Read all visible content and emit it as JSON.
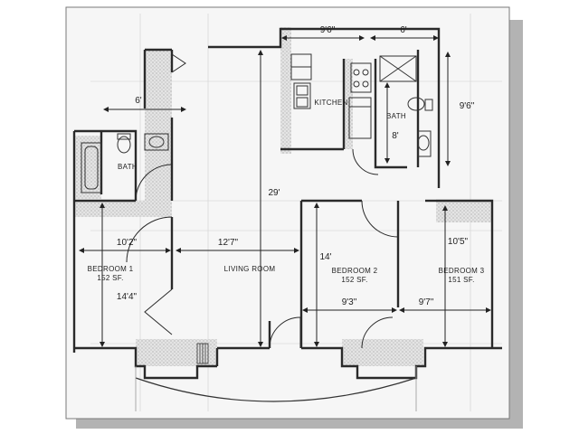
{
  "rooms": {
    "kitchen": "KITCHEN",
    "bath_left": "BATH",
    "bath_right": "BATH",
    "living_room": "LIVING ROOM",
    "bedroom1": "BEDROOM 1",
    "bedroom1_area": "152 SF.",
    "bedroom2": "BEDROOM 2",
    "bedroom2_area": "152 SF.",
    "bedroom3": "BEDROOM 3",
    "bedroom3_area": "151 SF."
  },
  "dimensions": {
    "kitchen_width": "9'6\"",
    "bath_right_width": "6'",
    "bath_right_depth": "9'6\"",
    "bath_right_inner": "8'",
    "bath_left_width": "6'",
    "overall_depth": "29'",
    "bedroom1_width": "10'2\"",
    "bedroom1_depth": "14'4\"",
    "living_width": "12'7\"",
    "bedroom2_depth": "14'",
    "bedroom2_width": "9'3\"",
    "bedroom3_depth": "10'5\"",
    "bedroom3_width": "9'7\""
  },
  "colors": {
    "wall": "#2a2a2a",
    "hatch": "#9a9a9a",
    "shadow": "#b3b3b3",
    "paper": "#f6f6f6"
  }
}
